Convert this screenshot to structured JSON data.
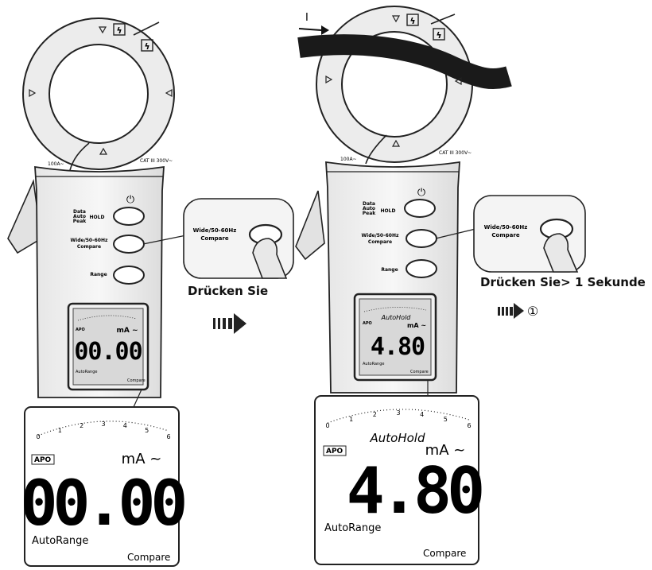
{
  "captions": {
    "step1": "Drücken Sie",
    "step2": "Drücken Sie> 1 Sekunde",
    "step_ref": "①"
  },
  "current_label": "I",
  "buttons": {
    "hold": "Data\nAuto\nPeak",
    "hold_suffix": "HOLD",
    "wide": "Wide/50-60Hz",
    "wide_sub": "Compare",
    "range": "Range",
    "power_symbol": "⏻"
  },
  "jaw": {
    "left_rating": "100A~",
    "right_rating": "CAT III 300V~"
  },
  "display_left": {
    "reading": "00.00",
    "unit": "mA",
    "ac": "~",
    "apo": "APO",
    "autorange": "AutoRange",
    "compare": "Compare",
    "autohold": "",
    "scale": [
      "0",
      "1",
      "2",
      "3",
      "4",
      "5",
      "6"
    ]
  },
  "display_right": {
    "reading": "4.80",
    "unit": "mA",
    "ac": "~",
    "apo": "APO",
    "autorange": "AutoRange",
    "compare": "Compare",
    "autohold": "AutoHold",
    "scale": [
      "0",
      "1",
      "2",
      "3",
      "4",
      "5",
      "6"
    ]
  }
}
